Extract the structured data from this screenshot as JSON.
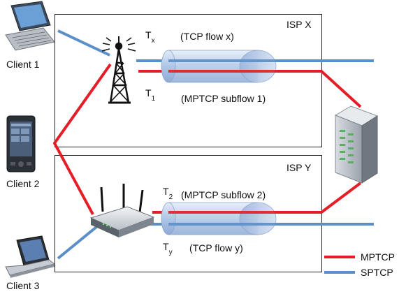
{
  "regions": {
    "isp_x": "ISP X",
    "isp_y": "ISP Y"
  },
  "clients": {
    "client1": "Client 1",
    "client2": "Client 2",
    "client3": "Client 3"
  },
  "flows": {
    "tx_main": "T",
    "tx_sub": "x",
    "t1_main": "T",
    "t1_sub": "1",
    "t2_main": "T",
    "t2_sub": "2",
    "ty_main": "T",
    "ty_sub": "y",
    "tcp_flow_x": "(TCP flow x)",
    "mptcp_subflow_1": "(MPTCP subflow 1)",
    "mptcp_subflow_2": "(MPTCP subflow 2)",
    "tcp_flow_y": "(TCP flow y)"
  },
  "legend": {
    "items": [
      {
        "label": "MPTCP",
        "color": "#e31e26"
      },
      {
        "label": "SPTCP",
        "color": "#5b8fc7"
      }
    ]
  },
  "colors": {
    "mptcp": "#e31e26",
    "sptcp": "#5b8fc7",
    "tunnel": "#a9c2e6"
  },
  "icons": {
    "client1": "laptop-pda-icon",
    "client2": "smartphone-icon",
    "client3": "laptop-icon",
    "tower": "cell-tower-icon",
    "router": "wifi-router-icon",
    "server": "server-icon"
  }
}
